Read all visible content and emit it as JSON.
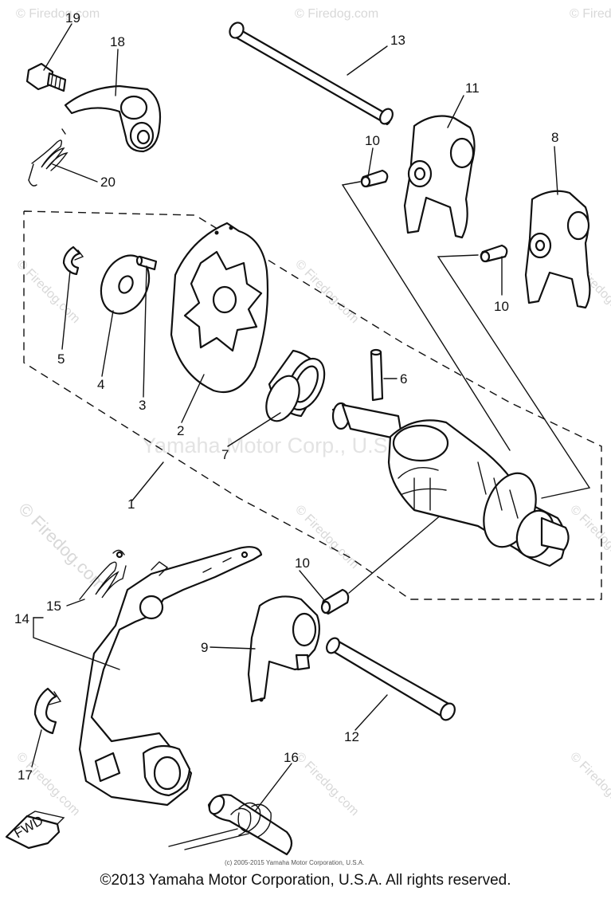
{
  "diagram": {
    "watermark_center": "Yamaha Motor Corp., U.S.A.",
    "watermark_brand": "© Firedog.com",
    "small_copyright": "(c) 2005-2015 Yamaha Motor Corporation, U.S.A.",
    "fwd_label": "FWD",
    "callouts": {
      "c1": "1",
      "c2": "2",
      "c3": "3",
      "c4": "4",
      "c5": "5",
      "c6": "6",
      "c7": "7",
      "c8": "8",
      "c9": "9",
      "c10a": "10",
      "c10b": "10",
      "c10c": "10",
      "c11": "11",
      "c12": "12",
      "c13": "13",
      "c14": "14",
      "c15": "15",
      "c16": "16",
      "c17": "17",
      "c18": "18",
      "c19": "19",
      "c20": "20"
    }
  },
  "footer": {
    "copyright": "©2013 Yamaha Motor Corporation, U.S.A. All rights reserved."
  }
}
